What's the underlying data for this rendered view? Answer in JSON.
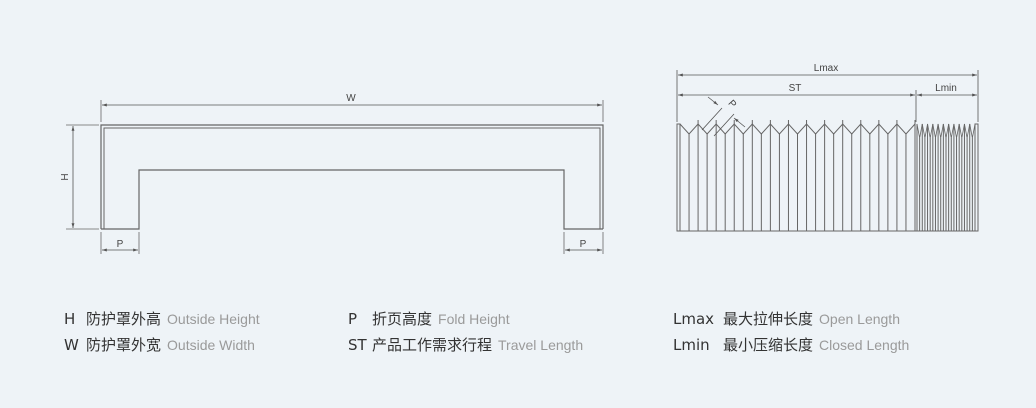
{
  "left_diagram": {
    "name": "cross-section",
    "labels": {
      "width": "W",
      "height": "H",
      "fold_left": "P",
      "fold_right": "P"
    }
  },
  "right_diagram": {
    "name": "bellows-side-view",
    "labels": {
      "max_length": "Lmax",
      "travel": "ST",
      "min_length": "Lmin",
      "fold": "P"
    },
    "expanded_pleats": 13,
    "compressed_pleats": 11
  },
  "legend": {
    "col1": [
      {
        "symbol": "H",
        "cn": "防护罩外高",
        "en": "Outside Height"
      },
      {
        "symbol": "W",
        "cn": "防护罩外宽",
        "en": "Outside Width"
      }
    ],
    "col2": [
      {
        "symbol": "P",
        "cn": "折页高度",
        "en": "Fold Height"
      },
      {
        "symbol": "ST",
        "cn": "产品工作需求行程",
        "en": "Travel Length"
      }
    ],
    "col3": [
      {
        "symbol": "Lmax",
        "cn": "最大拉伸长度",
        "en": "Open Length"
      },
      {
        "symbol": "Lmin",
        "cn": "最小压缩长度",
        "en": "Closed Length"
      }
    ]
  },
  "colors": {
    "line": "#666666",
    "background": "#eef3f7",
    "text": "#333333",
    "muted": "#9a9a9a"
  }
}
